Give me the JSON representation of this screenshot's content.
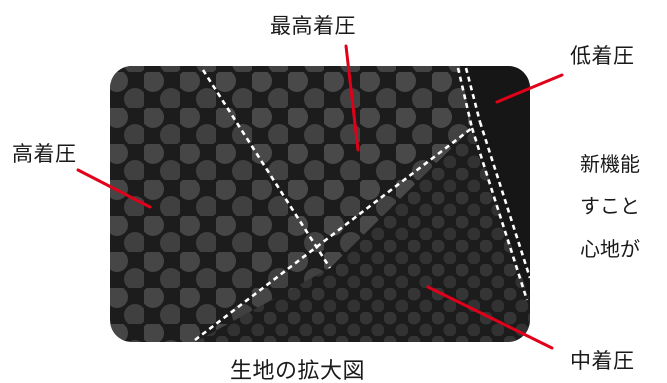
{
  "labels": {
    "highest_pressure": "最高着圧",
    "low_pressure": "低着圧",
    "high_pressure": "高着圧",
    "mid_pressure": "中着圧",
    "caption": "生地の拡大図"
  },
  "side_text": {
    "line1": "新機能",
    "line2": "すこと",
    "line3": "心地が"
  },
  "colors": {
    "fabric": "#1c1c1c",
    "dots": "#4a4a4a",
    "stitch": "#ffffff",
    "leader_line": "#e0001a"
  }
}
